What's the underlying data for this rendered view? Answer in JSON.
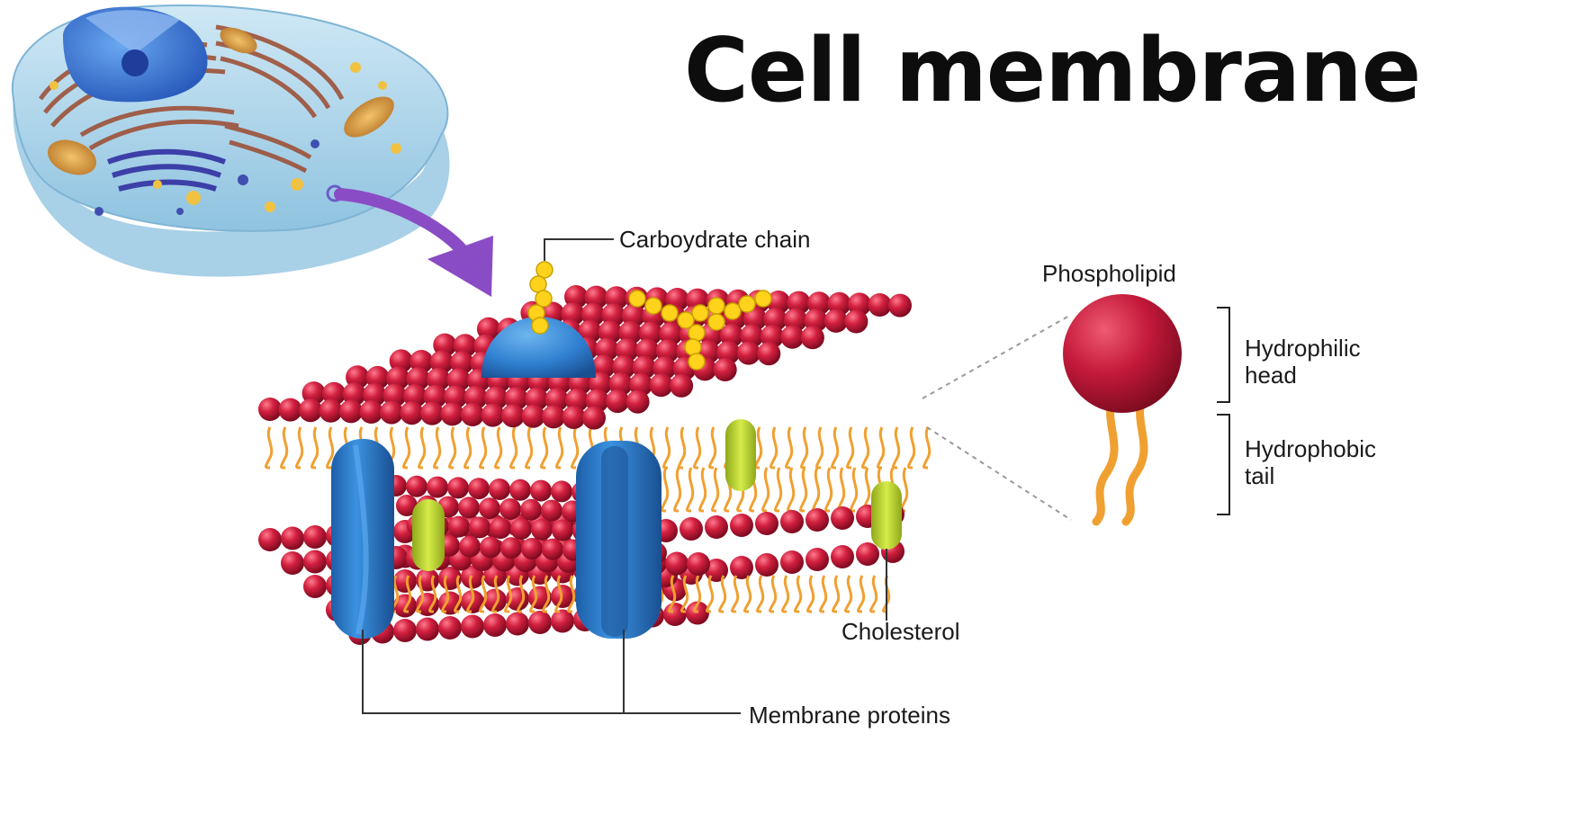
{
  "title": "Cell membrane",
  "labels": {
    "carbohydrate": "Carboydrate chain",
    "phospholipid": "Phospholipid",
    "hydrophilic_1": "Hydrophilic",
    "hydrophilic_2": "head",
    "hydrophobic_1": "Hydrophobic",
    "hydrophobic_2": "tail",
    "cholesterol": "Cholesterol",
    "proteins": "Membrane proteins"
  },
  "colors": {
    "phospholipid_head": "#c4193a",
    "phospholipid_tail": "#f0a030",
    "protein": "#2f7fd0",
    "cholesterol": "#b6d22a",
    "carbohydrate": "#ffd21c",
    "arrow": "#8a4cc4",
    "cell": "#a8d4ec"
  },
  "icons": [
    "animal-cell-illustration",
    "purple-curved-arrow",
    "lipid-bilayer-block",
    "single-phospholipid"
  ]
}
